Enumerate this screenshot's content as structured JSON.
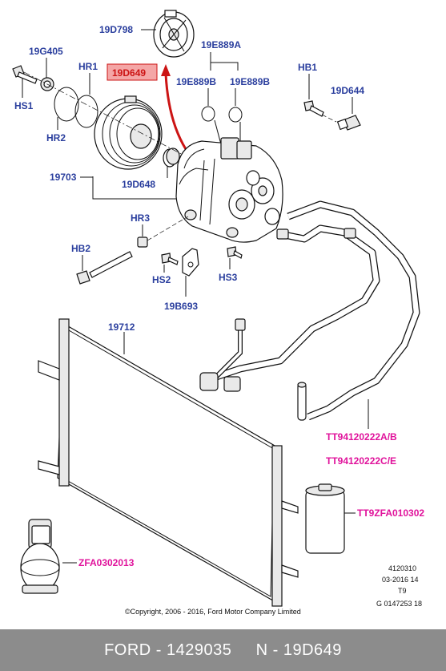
{
  "labels": {
    "p19D798": "19D798",
    "p19G405": "19G405",
    "pHR1": "HR1",
    "p19E889A": "19E889A",
    "p19D649": "19D649",
    "p19E889B_1": "19E889B",
    "p19E889B_2": "19E889B",
    "pHB1": "HB1",
    "p19D644": "19D644",
    "pHS1": "HS1",
    "pHR2": "HR2",
    "p19703": "19703",
    "p19D648": "19D648",
    "pHR3": "HR3",
    "pHB2": "HB2",
    "pHS2": "HS2",
    "pHS3": "HS3",
    "p19B693": "19B693",
    "p19712": "19712",
    "tt1": "TT94120222A/B",
    "tt2": "TT94120222C/E",
    "tt3": "TT9ZFA010302",
    "zfa": "ZFA0302013"
  },
  "ref": {
    "line1": "4120310",
    "line2": "03-2016 14",
    "line3": "T9",
    "line4": "G 0147253 18"
  },
  "copyright": "©Copyright, 2006 - 2016, Ford Motor Company Limited",
  "footer": "FORD - 1429035     N - 19D649",
  "colors": {
    "label_blue": "#2b3f9e",
    "label_magenta": "#e0129b",
    "highlight_red": "#cc1414",
    "highlight_fill": "#f4a6a6",
    "footer_bg": "#8c8c8c"
  }
}
